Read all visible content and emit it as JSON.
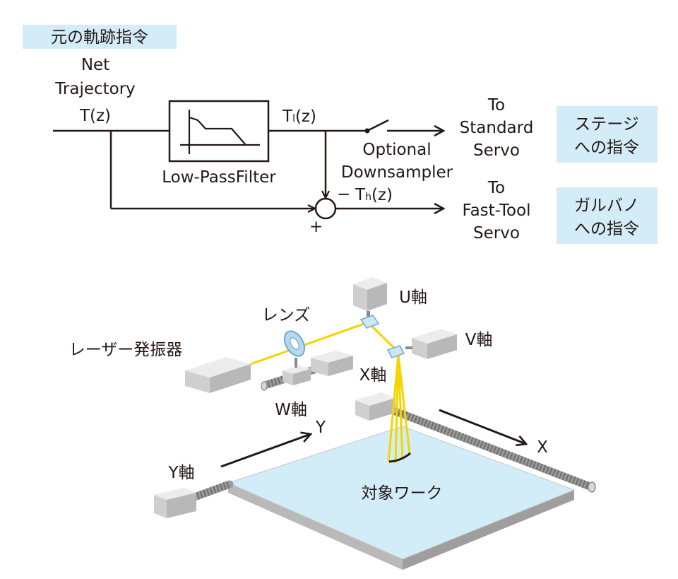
{
  "colors": {
    "ink": "#231815",
    "highlight_box": "#d3ecf7",
    "beam": "#f6d400",
    "device_gray": "#d7d7d7",
    "workpiece": "#d2ecf8"
  },
  "block_diagram": {
    "title": "元の軌跡指令",
    "input_label_line1": "Net",
    "input_label_line2": "Trajectory",
    "input_signal": "T(z)",
    "filter_label": "Low-PassFilter",
    "low_signal_main": "T",
    "low_signal_sub": "l",
    "low_signal_tail": "(z)",
    "high_signal_main": "T",
    "high_signal_sub": "h",
    "high_signal_tail": "(z)",
    "minus_sign": "−",
    "plus_sign": "+",
    "sampler_line1": "Optional",
    "sampler_line2": "Downsampler",
    "out1_line1": "To",
    "out1_line2": "Standard",
    "out1_line3": "Servo",
    "out2_line1": "To",
    "out2_line2": "Fast-Tool",
    "out2_line3": "Servo",
    "box1_line1": "ステージ",
    "box1_line2": "への指令",
    "box2_line1": "ガルバノ",
    "box2_line2": "への指令"
  },
  "machine": {
    "u_axis": "U軸",
    "v_axis": "V軸",
    "w_axis": "W軸",
    "x_axis": "X軸",
    "y_axis": "Y軸",
    "lens": "レンズ",
    "laser": "レーザー発振器",
    "x_arrow": "X",
    "y_arrow": "Y",
    "workpiece": "対象ワーク"
  }
}
